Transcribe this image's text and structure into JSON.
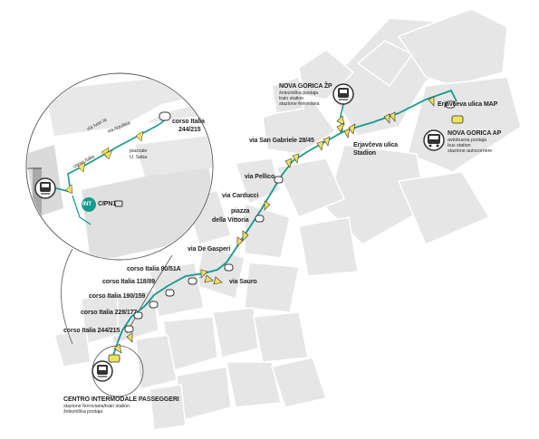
{
  "colors": {
    "route": "#159a8c",
    "yellow_stop": "#f2e15d",
    "city_block": "#e4e4e4",
    "city_block_dark": "#d6d6d6",
    "int_badge": "#159a8c"
  },
  "stops": [
    {
      "label": "corso Italia 244/215"
    },
    {
      "label": "corso Italia 228/177"
    },
    {
      "label": "corso Italia 190/159"
    },
    {
      "label": "corso Italia 118/89"
    },
    {
      "label": "corso Italia 80/51A"
    },
    {
      "label": "via Sauro"
    },
    {
      "label": "via De Gasperi"
    },
    {
      "label": "piazza"
    },
    {
      "label": "della Vittoria"
    },
    {
      "label": "via Carducci"
    },
    {
      "label": "via Pellico"
    },
    {
      "label": "via San Gabriele 28/45"
    },
    {
      "label": "Erjavčeva ulica"
    },
    {
      "label": "Stadion"
    },
    {
      "label": "Erjavčeva ulica MAP"
    }
  ],
  "stations": {
    "nova_gorica_zp": {
      "title": "NOVA GORICA ŽP",
      "line1": "železniška postaja",
      "line2": "train station",
      "line3": "stazione ferroviaria"
    },
    "nova_gorica_ap": {
      "title": "NOVA GORICA AP",
      "line1": "avtobusna postaja",
      "line2": "bus station",
      "line3": "stazione autocorriere"
    },
    "centro": {
      "title": "CENTRO INTERMODALE PASSEGGERI",
      "line1": "stazione ferroviaria/train station",
      "line2": "železniška postaja"
    }
  },
  "inset": {
    "street_top": "via Aquileia",
    "street_left": "corso Italia",
    "street_diag": "via Ivan Ia",
    "piazzale": "piazzale",
    "piazzale_name": "U. Saba",
    "stop_line1": "corso Italia",
    "stop_line2": "244/215",
    "int_badge": "INT",
    "int_label": "CIPN1"
  }
}
